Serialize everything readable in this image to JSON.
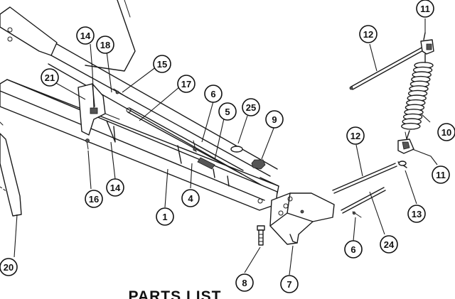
{
  "diagram": {
    "title": "PARTS LIST",
    "callouts": [
      {
        "label": "1"
      },
      {
        "label": "4"
      },
      {
        "label": "5"
      },
      {
        "label": "6"
      },
      {
        "label": "6"
      },
      {
        "label": "7"
      },
      {
        "label": "8"
      },
      {
        "label": "9"
      },
      {
        "label": "10"
      },
      {
        "label": "11"
      },
      {
        "label": "11"
      },
      {
        "label": "12"
      },
      {
        "label": "12"
      },
      {
        "label": "13"
      },
      {
        "label": "14"
      },
      {
        "label": "14"
      },
      {
        "label": "15"
      },
      {
        "label": "16"
      },
      {
        "label": "17"
      },
      {
        "label": "18"
      },
      {
        "label": "20"
      },
      {
        "label": "21"
      },
      {
        "label": "24"
      },
      {
        "label": "25"
      }
    ]
  }
}
